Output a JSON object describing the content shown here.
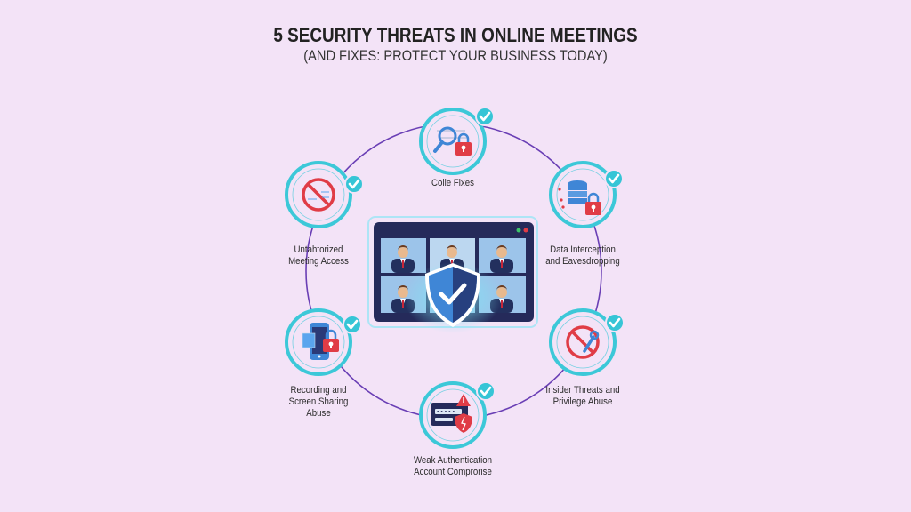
{
  "header": {
    "title": "5 SECURITY THREATS IN ONLINE MEETINGS",
    "subtitle": "(AND FIXES: PROTECT YOUR BUSINESS TODAY)"
  },
  "colors": {
    "background": "#f3e3f7",
    "ring": "#6a3fb5",
    "teal": "#3cc8d8",
    "red": "#e03c46",
    "navy": "#252a5a",
    "blue": "#3f86d6"
  },
  "center": {
    "icon": "video-conference-shield-icon",
    "participants": 5
  },
  "nodes": [
    {
      "id": "top",
      "icon": "magnifier-lock-icon",
      "label_lines": [
        "Colle Fixes"
      ]
    },
    {
      "id": "upper-right",
      "icon": "database-lock-icon",
      "label_lines": [
        "Data Interception",
        "and Eavesdropping"
      ]
    },
    {
      "id": "lower-right",
      "icon": "no-entry-wrench-icon",
      "label_lines": [
        "Insider Threats and",
        "Privilege Abuse"
      ]
    },
    {
      "id": "bottom",
      "icon": "password-warning-icon",
      "label_lines": [
        "Weak Authentication",
        "Account Comprorise"
      ]
    },
    {
      "id": "lower-left",
      "icon": "phone-recording-lock-icon",
      "label_lines": [
        "Recording and",
        "Screen Sharing",
        "Abuse"
      ]
    },
    {
      "id": "upper-left",
      "icon": "no-entry-access-icon",
      "label_lines": [
        "Untahtorized",
        "Meeting Access"
      ]
    }
  ]
}
